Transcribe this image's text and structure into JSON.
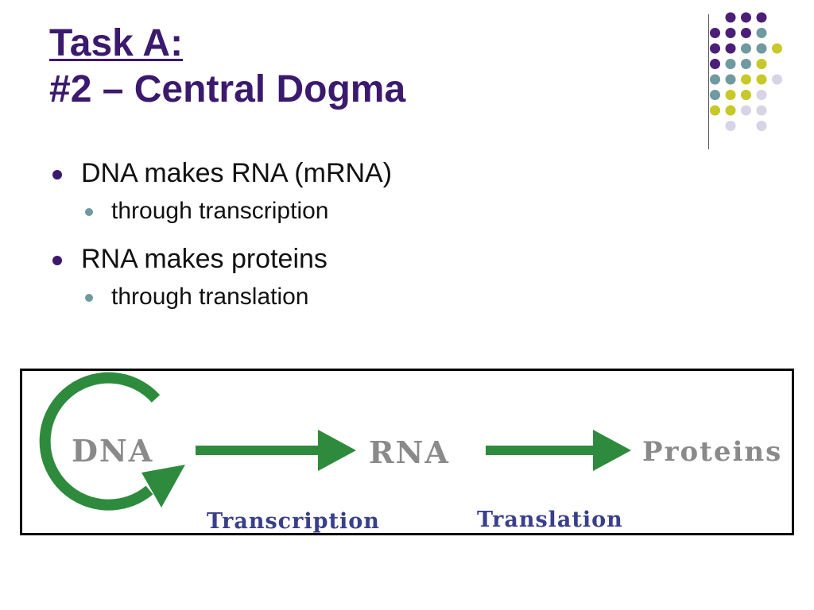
{
  "title": {
    "line1": "Task A:",
    "line2": "#2 – Central Dogma"
  },
  "bullets": [
    {
      "text": "DNA makes RNA (mRNA)",
      "sub": "through transcription"
    },
    {
      "text": "RNA makes proteins",
      "sub": "through translation"
    }
  ],
  "diagram": {
    "nodes": {
      "dna": "DNA",
      "rna": "RNA",
      "proteins": "Proteins"
    },
    "processes": {
      "transcription": "Transcription",
      "translation": "Translation"
    }
  },
  "colors": {
    "title": "#3b1a6e",
    "arrow_green": "#2e8b3d",
    "node_text": "#8a8a8a",
    "process_text": "#3a3f8a",
    "dot_purple": "#4b1f78",
    "dot_teal": "#6f9aa0",
    "dot_yellow": "#c7c92a",
    "dot_lavender": "#d6d4e6"
  }
}
